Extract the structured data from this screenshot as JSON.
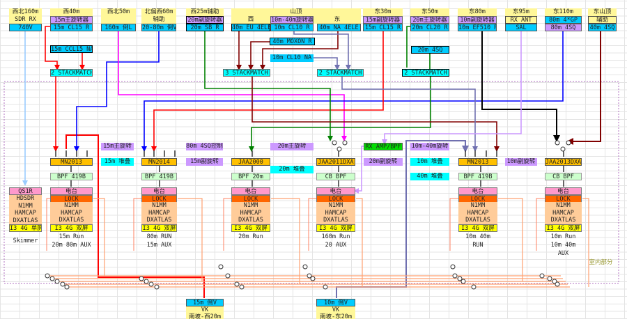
{
  "antennas": [
    {
      "site": "西北160m",
      "rotator": "SDR RX",
      "feed": "740V"
    },
    {
      "site": "西40m",
      "rotator": "15m主旋转器",
      "feed": "15m CL15 R"
    },
    {
      "site": "西北50m",
      "feed": "160m 倒L"
    },
    {
      "site": "北偏西60m",
      "rotator": "辅助",
      "feed": "20-80m 倒V"
    },
    {
      "site": "西25m辅助",
      "rotator": "20m副旋转器",
      "feed": "20m SB R"
    },
    {
      "site": "山顶",
      "west": "西",
      "rotator": "10m-40m旋转器",
      "east": "东",
      "feed_west": "40m EU 4ELE",
      "feed_mid": "10m CL10 R",
      "feed_east": "40m NA 4ELE"
    },
    {
      "site": "东30m",
      "rotator": "15m副旋转器",
      "feed": "15m CL15 R"
    },
    {
      "site": "东50m",
      "rotator": "20m主旋转器",
      "feed": "20m CL20 R"
    },
    {
      "site": "东80m",
      "rotator": "10m副旋转器",
      "feed": "10m EF510 R"
    },
    {
      "site": "东95m",
      "rotator": "RX ANT",
      "feed": "SAL"
    },
    {
      "site": "东110m",
      "rotator": "80m 4*GP",
      "feed": "80m 4SQ"
    },
    {
      "site": "东山顶",
      "rotator": "辅助",
      "feed": "40m 4SQ"
    }
  ],
  "extra_antennas": {
    "ccl15": "15m CCL15 NA",
    "moxon": "40m MOXON R",
    "cl10na": "10m CL10 NA",
    "sq20": "20m 4SQ"
  },
  "stackmatch": [
    "2 STACKMATCH",
    "3 STACKMATCH",
    "2 STACKMATCH",
    "2 STACKMATCH"
  ],
  "tags": {
    "t1": "15m主旋转",
    "t2": "15m 堆叠",
    "t3": "80m 4SQ控制",
    "t4": "15m副旋转",
    "t5": "20m主旋转",
    "t6": "20m 堆叠",
    "t7": "RX AMP/BPF",
    "t8": "20m副旋转",
    "t9": "10m-40m旋转",
    "t10": "10m 堆叠",
    "t11": "40m 堆叠",
    "t12": "10m副旋转"
  },
  "stations": [
    {
      "radio": "QS1R",
      "software": [
        "HDSDR",
        "N1MM",
        "HAMCAP",
        "DXATLAS"
      ],
      "pc": "I3 4G 单屏",
      "notes": [
        "Skimmer"
      ]
    },
    {
      "switch": "MN2013",
      "bpf": "BPF 419B",
      "radio": "电台",
      "lock": "LOCK",
      "software": [
        "N1MM",
        "HAMCAP",
        "DXATLAS"
      ],
      "pc": "I3 4G 双屏",
      "notes": [
        "15m Run",
        "20m 80m AUX"
      ]
    },
    {
      "switch": "MN2014",
      "bpf": "BPF 419B",
      "radio": "电台",
      "lock": "LOCK",
      "software": [
        "N1MM",
        "HAMCAP",
        "DXATLAS"
      ],
      "pc": "I3 4G 双屏",
      "notes": [
        "80m RUN",
        "15m AUX"
      ]
    },
    {
      "switch": "JAA2000",
      "bpf": "BPF 20m",
      "radio": "电台",
      "lock": "LOCK",
      "software": [
        "N1MM",
        "HAMCAP",
        "DXATLAS"
      ],
      "pc": "I3 4G 双屏",
      "notes": [
        "20m Run"
      ]
    },
    {
      "switch": "JAA2011DXA",
      "bpf": "CB BPF",
      "radio": "电台",
      "lock": "LOCK",
      "software": [
        "N1MM",
        "HAMCAP",
        "DXATLAS"
      ],
      "pc": "I3 4G 双屏",
      "notes": [
        "160m Run",
        "20 AUX"
      ]
    },
    {
      "switch": "MN2013",
      "bpf": "BPF 419B",
      "radio": "电台",
      "lock": "LOCK",
      "software": [
        "N1MM",
        "HAMCAP",
        "DXATLAS"
      ],
      "pc": "I3 4G 双屏",
      "notes": [
        "10m 40m RUN"
      ]
    },
    {
      "switch": "JAA2013DXA",
      "bpf": "CB BPF",
      "radio": "电台",
      "lock": "LOCK",
      "software": [
        "N1MM",
        "HAMCAP",
        "DXATLAS"
      ],
      "pc": "I3 4G 双屏",
      "notes": [
        "10m Run",
        "10m 40m AUX"
      ]
    }
  ],
  "indoor_label": "室内部分",
  "bottom": [
    {
      "feed": "15m 倒V",
      "call": "VK",
      "site": "南坡-西20m"
    },
    {
      "feed": "10m 倒V",
      "call": "VK",
      "site": "南坡-东20m"
    }
  ]
}
